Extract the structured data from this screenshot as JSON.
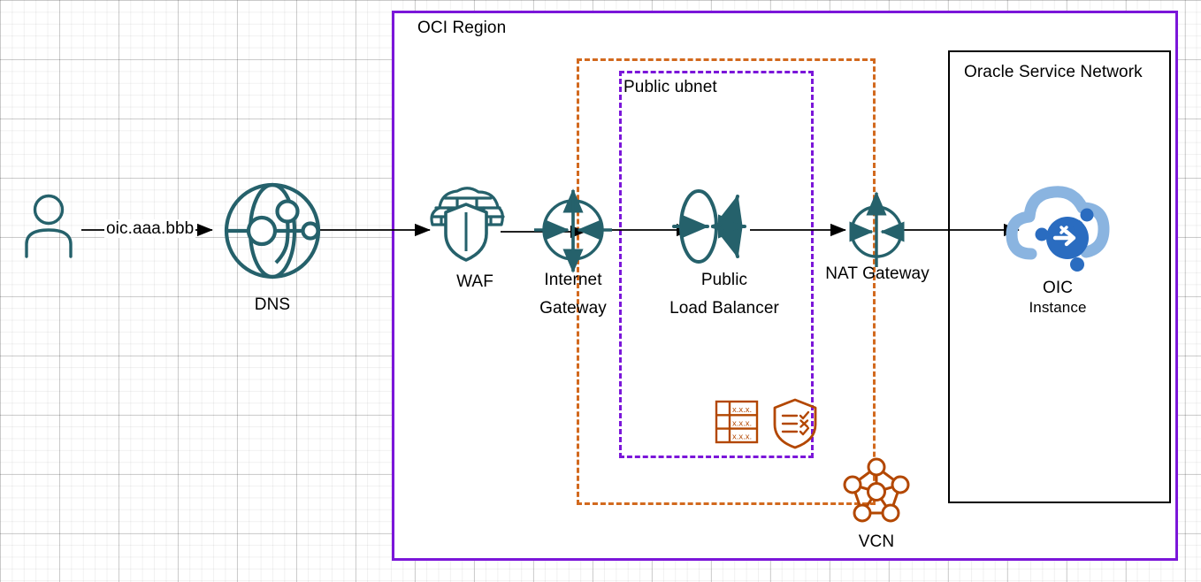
{
  "diagram": {
    "title": "OCI Integration Cloud network architecture",
    "background": "grid-canvas",
    "colors": {
      "region_border": "#7B16D9",
      "vcn_border": "#D2691E",
      "subnet_border": "#7B16D9",
      "osn_border": "#000000",
      "icon_teal": "#25616B",
      "icon_orange": "#B34700",
      "cloud_light_blue": "#8AB4E0",
      "cloud_dark_blue": "#2A6CC0",
      "arrow": "#000000",
      "text": "#000000"
    }
  },
  "containers": {
    "region": {
      "label": "OCI Region"
    },
    "vcn_boundary": {
      "label": ""
    },
    "subnet": {
      "label": "Public ubnet"
    },
    "oracle_service_network": {
      "label": "Oracle Service Network"
    }
  },
  "nodes": {
    "user": {
      "label": "",
      "icon": "user-icon"
    },
    "dns": {
      "label": "DNS",
      "icon": "globe-dns-icon"
    },
    "waf": {
      "label": "WAF",
      "icon": "waf-shield-brick-icon"
    },
    "internet_gateway": {
      "label_line1": "Internet",
      "label_line2": "Gateway",
      "icon": "internet-gateway-icon"
    },
    "load_balancer": {
      "label_line1": "Public",
      "label_line2": "Load Balancer",
      "icon": "load-balancer-icon"
    },
    "nat_gateway": {
      "label": "NAT Gateway",
      "icon": "nat-gateway-icon"
    },
    "oic_instance": {
      "label_line1": "OIC",
      "label_line2": "Instance",
      "icon": "oic-cloud-icon"
    },
    "vcn": {
      "label": "VCN",
      "icon": "vcn-network-icon"
    },
    "route_table": {
      "label": "",
      "icon": "route-table-icon",
      "cells": [
        "x.x.x.",
        "x.x.x.",
        "x.x.x."
      ]
    },
    "security_list": {
      "label": "",
      "icon": "security-list-shield-icon",
      "marks": [
        "check",
        "cross",
        "check"
      ]
    }
  },
  "connections": [
    {
      "from": "user",
      "to": "dns",
      "label": "oic.aaa.bbb"
    },
    {
      "from": "dns",
      "to": "waf",
      "label": ""
    },
    {
      "from": "waf",
      "to": "internet_gateway",
      "label": ""
    },
    {
      "from": "internet_gateway",
      "to": "load_balancer",
      "label": ""
    },
    {
      "from": "load_balancer",
      "to": "nat_gateway",
      "label": ""
    },
    {
      "from": "nat_gateway",
      "to": "oic_instance",
      "label": ""
    }
  ]
}
